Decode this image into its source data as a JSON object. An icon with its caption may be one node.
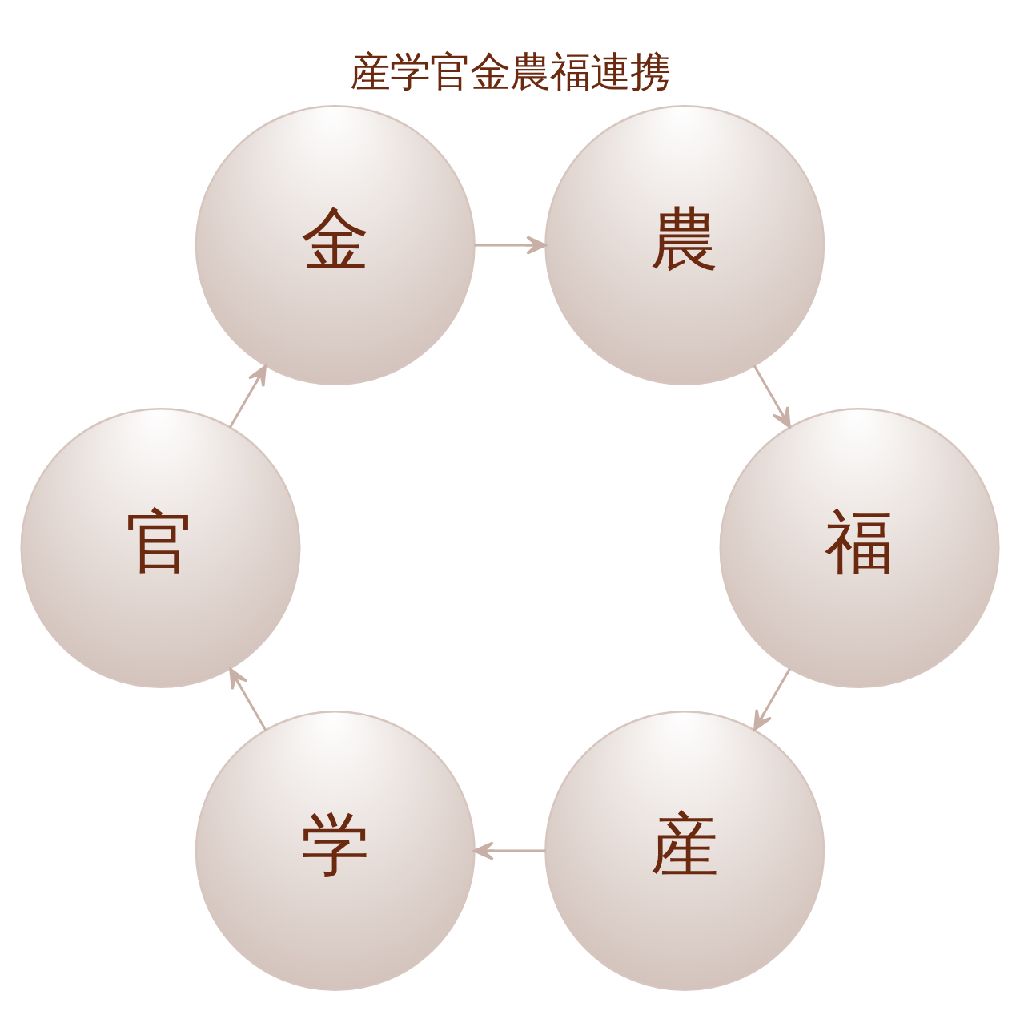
{
  "diagram": {
    "title": "産学官金農福連携",
    "nodes": [
      {
        "text": [
          "産"
        ]
      },
      {
        "text": [
          "学"
        ]
      },
      {
        "text": [
          "官"
        ]
      },
      {
        "text": [
          "金"
        ]
      },
      {
        "text": [
          "農"
        ]
      },
      {
        "text": [
          "福"
        ]
      }
    ],
    "edges": [
      {
        "from": 0,
        "to": 1,
        "arrow": "to"
      },
      {
        "from": 1,
        "to": 2,
        "arrow": "to"
      },
      {
        "from": 2,
        "to": 3,
        "arrow": "to"
      },
      {
        "from": 3,
        "to": 4,
        "arrow": "to"
      },
      {
        "from": 4,
        "to": 5,
        "arrow": "to"
      },
      {
        "from": 5,
        "to": 0,
        "arrow": "to"
      }
    ]
  }
}
